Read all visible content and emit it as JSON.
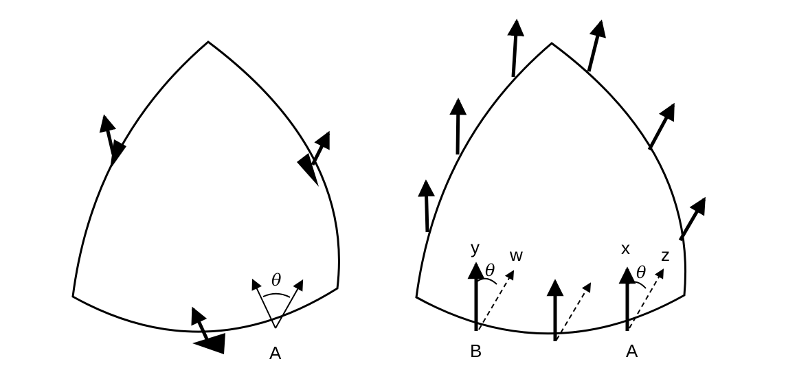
{
  "diagram": {
    "left_panel": {
      "point_label": "A",
      "angle_label": "θ"
    },
    "right_panel": {
      "point_a_label": "A",
      "point_b_label": "B",
      "angle_label_b": "θ",
      "angle_label_a": "θ",
      "vector_labels": {
        "y": "y",
        "w": "w",
        "x": "x",
        "z": "z"
      }
    },
    "colors": {
      "ink": "#000000",
      "paper": "#ffffff"
    }
  }
}
